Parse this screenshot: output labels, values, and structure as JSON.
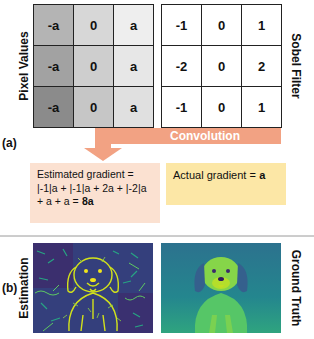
{
  "diagram": {
    "nodes": [
      {
        "text": [
          "Estimated gradient = |-1|a + |-1|a + 2a + |-2|a + a + a =",
          "8a"
        ]
      },
      {
        "text": [
          "Actual gradient =",
          "a"
        ]
      }
    ],
    "labels": [
      "Pixel Values",
      "-a",
      "0",
      "a",
      "-a",
      "0",
      "a",
      "-a",
      "0",
      "a",
      "-1",
      "0",
      "1",
      "-2",
      "0",
      "2",
      "-1",
      "0",
      "1",
      "Sobel Filter",
      "(a)",
      "Convolution",
      "Estimation",
      "(b)",
      "Ground Truth"
    ]
  }
}
